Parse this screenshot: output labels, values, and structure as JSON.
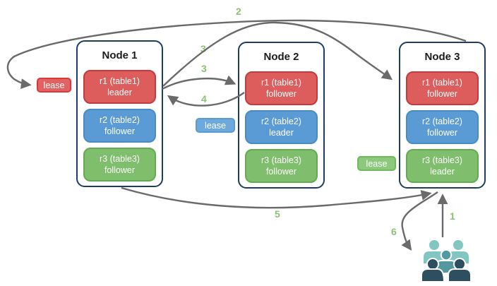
{
  "diagram": {
    "nodes": [
      {
        "title": "Node 1",
        "replicas": [
          {
            "label": "r1 (table1)",
            "role": "leader",
            "color": "red"
          },
          {
            "label": "r2 (table2)",
            "role": "follower",
            "color": "blue"
          },
          {
            "label": "r3 (table3)",
            "role": "follower",
            "color": "green"
          }
        ]
      },
      {
        "title": "Node 2",
        "replicas": [
          {
            "label": "r1 (table1)",
            "role": "follower",
            "color": "red"
          },
          {
            "label": "r2 (table2)",
            "role": "leader",
            "color": "blue"
          },
          {
            "label": "r3 (table3)",
            "role": "follower",
            "color": "green"
          }
        ]
      },
      {
        "title": "Node 3",
        "replicas": [
          {
            "label": "r1 (table1)",
            "role": "follower",
            "color": "red"
          },
          {
            "label": "r2 (table2)",
            "role": "follower",
            "color": "blue"
          },
          {
            "label": "r3 (table3)",
            "role": "leader",
            "color": "green"
          }
        ]
      }
    ],
    "leases": [
      {
        "label": "lease",
        "color": "red"
      },
      {
        "label": "lease",
        "color": "blue"
      },
      {
        "label": "lease",
        "color": "green"
      }
    ],
    "steps": {
      "s1": "1",
      "s2": "2",
      "s3a": "3",
      "s3b": "3",
      "s4": "4",
      "s5": "5",
      "s6": "6"
    },
    "colors": {
      "red_fill": "#dd5c5c",
      "red_border": "#c43b3b",
      "blue_fill": "#5b9bd5",
      "blue_border": "#4a8bc2",
      "green_fill": "#7fbe6c",
      "green_border": "#62ac4e",
      "node_border": "#1f3c63",
      "arrow": "#6a6a6a",
      "step_label": "#8cc172",
      "users_light_teal": "#82c6c2",
      "users_mid_teal": "#53989f",
      "users_dark_slate": "#2d4f60"
    }
  }
}
